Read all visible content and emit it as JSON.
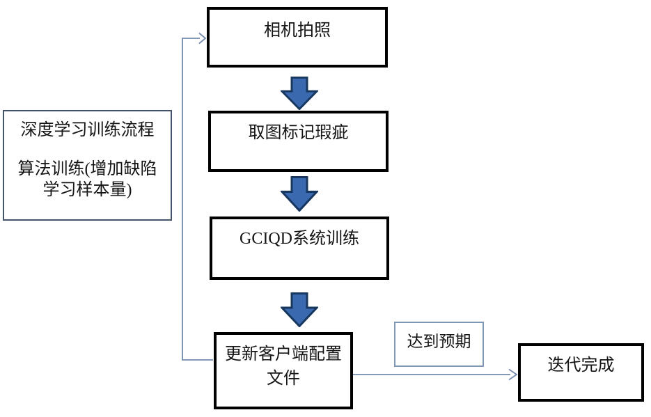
{
  "nodes": {
    "camera": {
      "label": "相机拍照"
    },
    "mark_defects": {
      "label": "取图标记瑕疵"
    },
    "system_training": {
      "label": "GCIQD系统训练"
    },
    "update_config": {
      "line1": "更新客户端配置",
      "line2": "文件"
    },
    "side_note": {
      "line1": "深度学习训练流程",
      "line2": "算法训练(增加缺陷",
      "line3": "学习样本量)"
    },
    "expectation": {
      "label": "达到预期"
    },
    "done": {
      "label": "迭代完成"
    }
  },
  "icons": {
    "block_arrows": "down-block-arrow",
    "connector_arrowheads": "open-arrowhead"
  },
  "colors": {
    "background": "#ffffff",
    "box_border": "#000000",
    "side_box_border": "#44546a",
    "expect_box_border": "#7e97b5",
    "block_arrow_fill": "#3b69b0",
    "block_arrow_border": "#17375e",
    "connector": "#7389ae",
    "text": "#141414"
  }
}
